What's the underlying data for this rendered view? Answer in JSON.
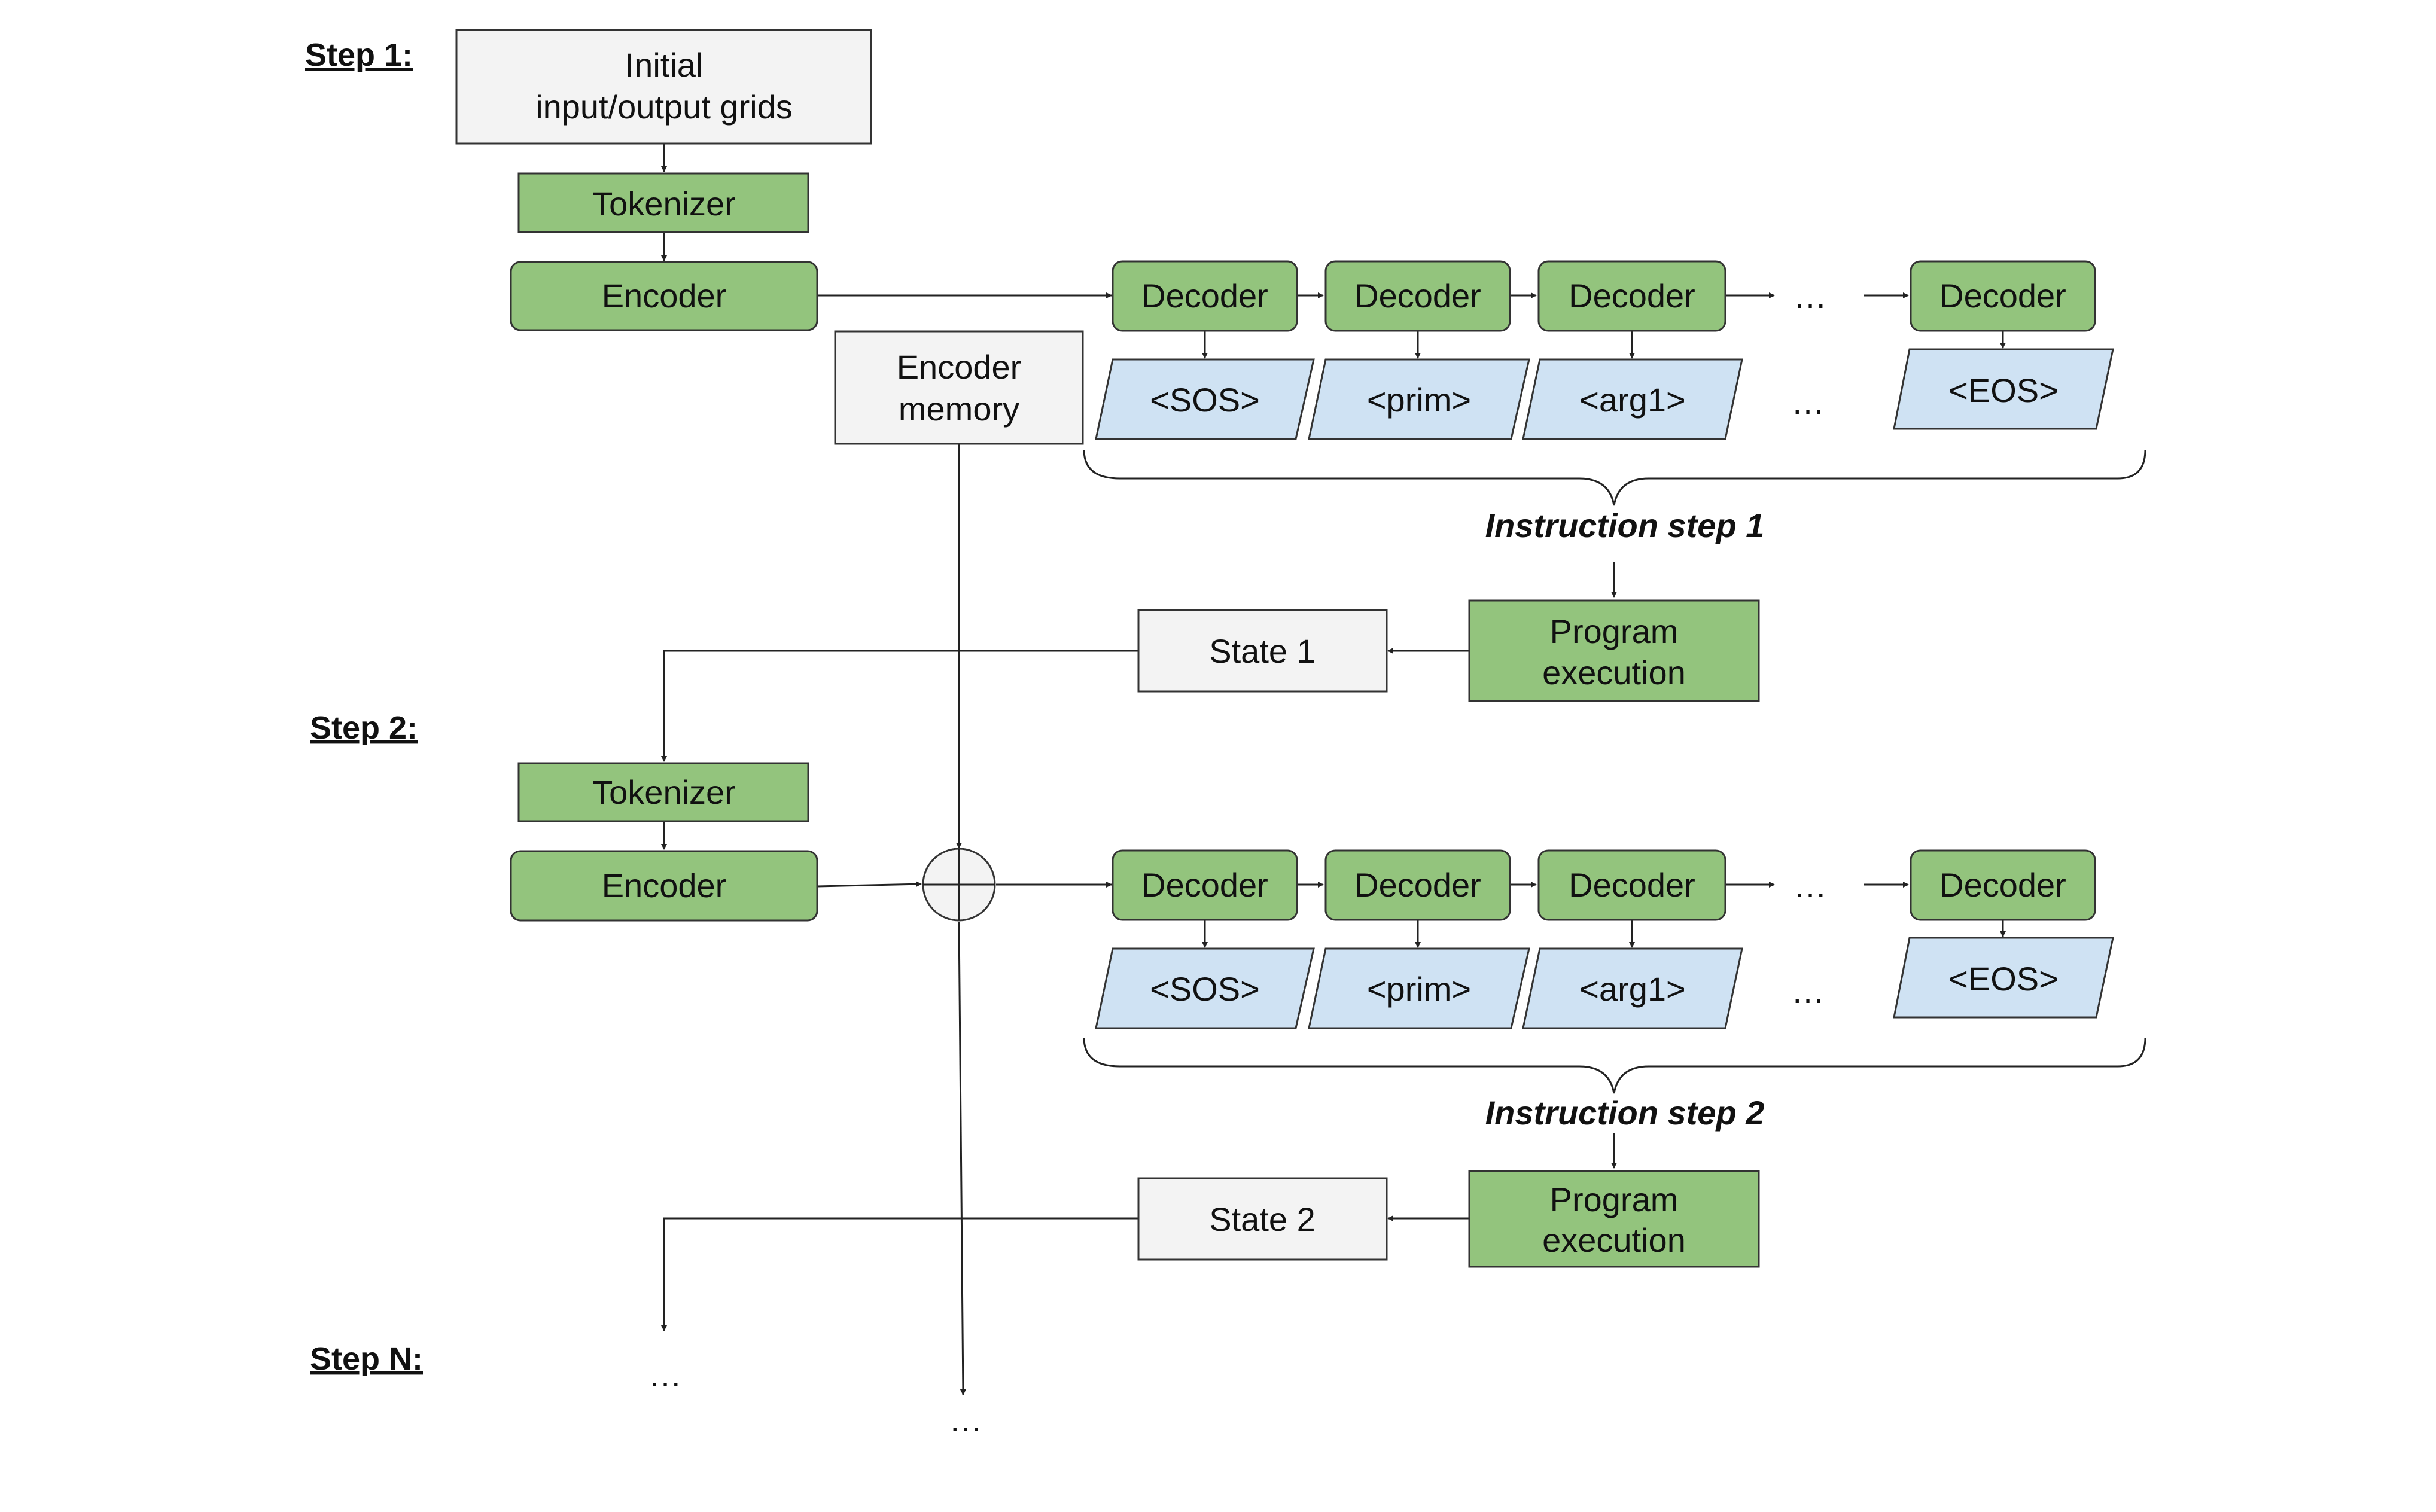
{
  "step_labels": {
    "step1": "Step 1:",
    "step2": "Step 2:",
    "stepN": "Step N:"
  },
  "nodes": {
    "initial_grids_line1": "Initial",
    "initial_grids_line2": "input/output grids",
    "tokenizer": "Tokenizer",
    "encoder": "Encoder",
    "encoder_memory_line1": "Encoder",
    "encoder_memory_line2": "memory",
    "decoder": "Decoder",
    "program_execution_line1": "Program",
    "program_execution_line2": "execution",
    "state1": "State 1",
    "state2": "State 2"
  },
  "tokens": {
    "sos": "<SOS>",
    "prim": "<prim>",
    "arg1": "<arg1>",
    "eos": "<EOS>"
  },
  "instruction_labels": {
    "step1": "Instruction step 1",
    "step2": "Instruction step 2"
  },
  "ellipsis": "…"
}
